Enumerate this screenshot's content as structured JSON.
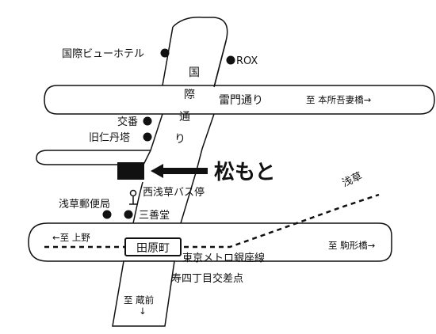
{
  "roads": {
    "kokusai_dori": "国際通り",
    "kaminarimon_dori": "雷門通り",
    "honjo_azumabashi": "至 本所吾妻橋→",
    "ueno": "←至 上野",
    "komagatabashi": "至 駒形橋→",
    "kuramae": "至 蔵前"
  },
  "landmarks": {
    "kokusai_view_hotel": "国際ビューホテル",
    "rox": "ROX",
    "koban": "交番",
    "kyu_nichoto": "旧仁丹塔",
    "nishi_asakusa_bus": "西浅草バス停",
    "asakusa_post": "浅草郵便局",
    "sanzendo": "三善堂",
    "jutenchome_crossing": "寿四丁目交差点",
    "asakusa": "浅草"
  },
  "station": {
    "tawaramachi": "田原町",
    "tokyo_metro_ginza": "東京メトロ銀座線"
  },
  "destination": {
    "name": "松もと"
  },
  "colors": {
    "ink": "#111111",
    "road_fill": "#ffffff",
    "background": "#ffffff"
  }
}
